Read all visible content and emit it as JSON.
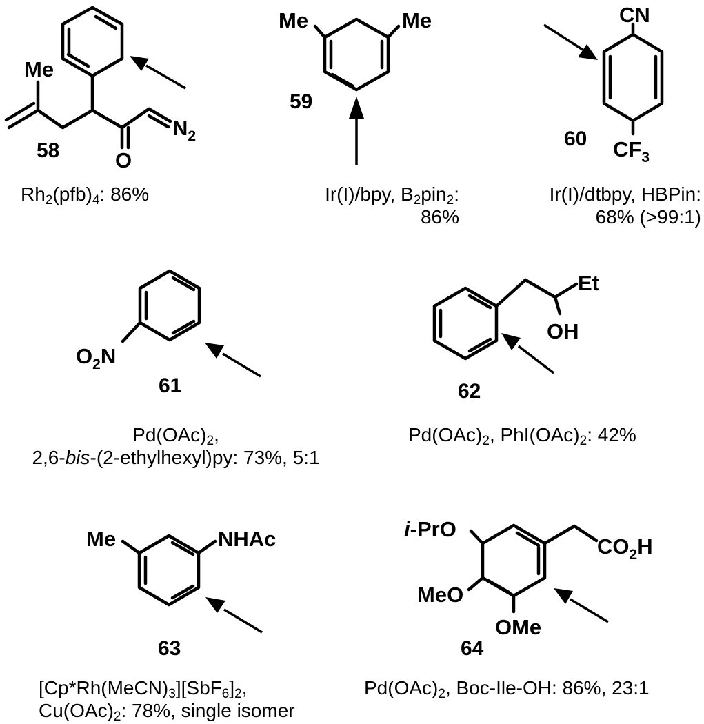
{
  "compounds": [
    {
      "id": "58",
      "labels": {
        "me": "Me",
        "o": "O",
        "n": "N",
        "n_sub": "2"
      },
      "condition": {
        "reagent": "Rh",
        "reagent_sub": "2",
        "ligand": "(pfb)",
        "ligand_sub": "4",
        "rest": ": 86%"
      }
    },
    {
      "id": "59",
      "labels": {
        "me1": "Me",
        "me2": "Me"
      },
      "condition": {
        "line1_a": "Ir(I)/bpy, B",
        "line1_sub": "2",
        "line1_b": "pin",
        "line1_sub2": "2",
        "line1_c": ":",
        "line2": "86%"
      }
    },
    {
      "id": "60",
      "labels": {
        "cn": "CN",
        "cf": "CF",
        "cf_sub": "3"
      },
      "condition": {
        "line1": "Ir(I)/dtbpy, HBPin:",
        "line2": "68% (>99:1)"
      }
    },
    {
      "id": "61",
      "labels": {
        "o": "O",
        "o_sub": "2",
        "n": "N"
      },
      "condition": {
        "line1_a": "Pd(OAc)",
        "line1_sub": "2",
        "line1_b": ",",
        "line2_a": "2,6-",
        "line2_italic": "bis",
        "line2_b": "-(2-ethylhexyl)py: 73%, 5:1"
      }
    },
    {
      "id": "62",
      "labels": {
        "et": "Et",
        "oh": "OH"
      },
      "condition": {
        "a": "Pd(OAc)",
        "sub1": "2",
        "b": ", PhI(OAc)",
        "sub2": "2",
        "c": ": 42%"
      }
    },
    {
      "id": "63",
      "labels": {
        "me": "Me",
        "nhac": "NHAc"
      },
      "condition": {
        "line1_a": "[Cp*Rh(MeCN)",
        "line1_sub1": "3",
        "line1_b": "][SbF",
        "line1_sub2": "6",
        "line1_c": "]",
        "line1_sub3": "2",
        "line1_d": ",",
        "line2_a": "Cu(OAc)",
        "line2_sub": "2",
        "line2_b": ": 78%, single isomer"
      }
    },
    {
      "id": "64",
      "labels": {
        "ipr_italic": "i",
        "ipr_rest": "-PrO",
        "meo": "MeO",
        "ome": "OMe",
        "co": "CO",
        "co_sub": "2",
        "co_h": "H"
      },
      "condition": {
        "a": "Pd(OAc)",
        "sub": "2",
        "b": ", Boc-Ile-OH: 86%, 23:1"
      }
    }
  ]
}
